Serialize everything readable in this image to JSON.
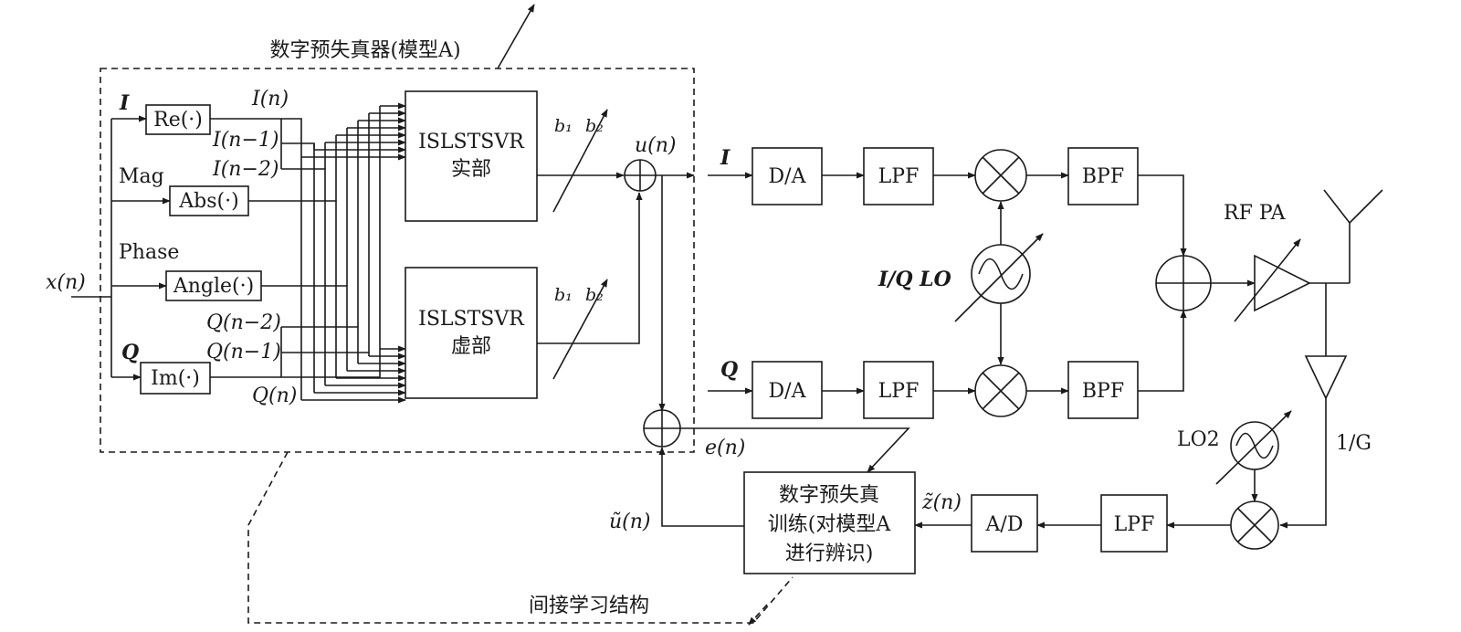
{
  "dpd_title": "数字预失真器(模型A)",
  "ils_title": "间接学习结构",
  "inputs": {
    "x": "x(n)",
    "I": "I",
    "Q": "Q",
    "mag": "Mag",
    "phase": "Phase"
  },
  "blocks": {
    "re": "Re(·)",
    "abs": "Abs(·)",
    "angle": "Angle(·)",
    "im": "Im(·)",
    "svr_real_1": "ISLSTSVR",
    "svr_real_2": "实部",
    "svr_imag_1": "ISLSTSVR",
    "svr_imag_2": "虚部",
    "da": "D/A",
    "lpf": "LPF",
    "bpf": "BPF",
    "ad": "A/D",
    "training_1": "数字预失真",
    "training_2": "训练(对模型A",
    "training_3": "进行辨识)"
  },
  "signals": {
    "I_n": "I(n)",
    "I_n1": "I(n−1)",
    "I_n2": "I(n−2)",
    "Q_n2": "Q(n−2)",
    "Q_n1": "Q(n−1)",
    "Q_n": "Q(n)",
    "b1": "b₁",
    "b2": "b₂",
    "u_n": "u(n)",
    "e_n": "e(n)",
    "u_tilde": "ũ(n)",
    "z_tilde": "z̃(n)",
    "I_out": "I",
    "Q_out": "Q"
  },
  "rf": {
    "iq_lo": "I/Q LO",
    "rf_pa": "RF PA",
    "lo2": "LO2",
    "gain": "1/G"
  }
}
